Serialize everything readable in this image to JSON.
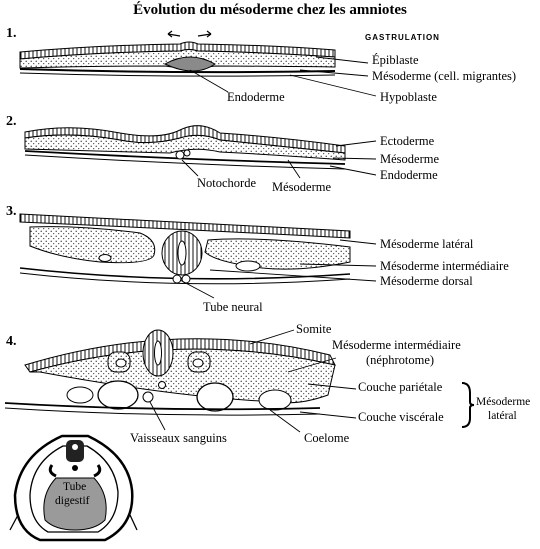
{
  "title": "Évolution du mésoderme chez les amniotes",
  "stages": {
    "s1": {
      "number": "1.",
      "tag": "GASTRULATION",
      "labels": {
        "epiblaste": "Épiblaste",
        "mesoderme": "Mésoderme (cell. migrantes)",
        "hypoblaste": "Hypoblaste",
        "endoderme": "Endoderme"
      }
    },
    "s2": {
      "number": "2.",
      "labels": {
        "ectoderme": "Ectoderme",
        "mesoderme_r": "Mésoderme",
        "endoderme": "Endoderme",
        "notochorde": "Notochorde",
        "mesoderme_b": "Mésoderme"
      }
    },
    "s3": {
      "number": "3.",
      "labels": {
        "lateral": "Mésoderme latéral",
        "intermediaire": "Mésoderme intermédiaire",
        "dorsal": "Mésoderme dorsal",
        "tube_neural": "Tube neural"
      }
    },
    "s4": {
      "number": "4.",
      "labels": {
        "somite": "Somite",
        "nephrotome_1": "Mésoderme intermédiaire",
        "nephrotome_2": "(néphrotome)",
        "parietale": "Couche pariétale",
        "viscerale": "Couche viscérale",
        "lateral_1": "Mésoderme",
        "lateral_2": "latéral",
        "vaisseaux": "Vaisseaux sanguins",
        "coelome": "Coelome"
      }
    },
    "inset": {
      "tube_1": "Tube",
      "tube_2": "digestif"
    }
  }
}
